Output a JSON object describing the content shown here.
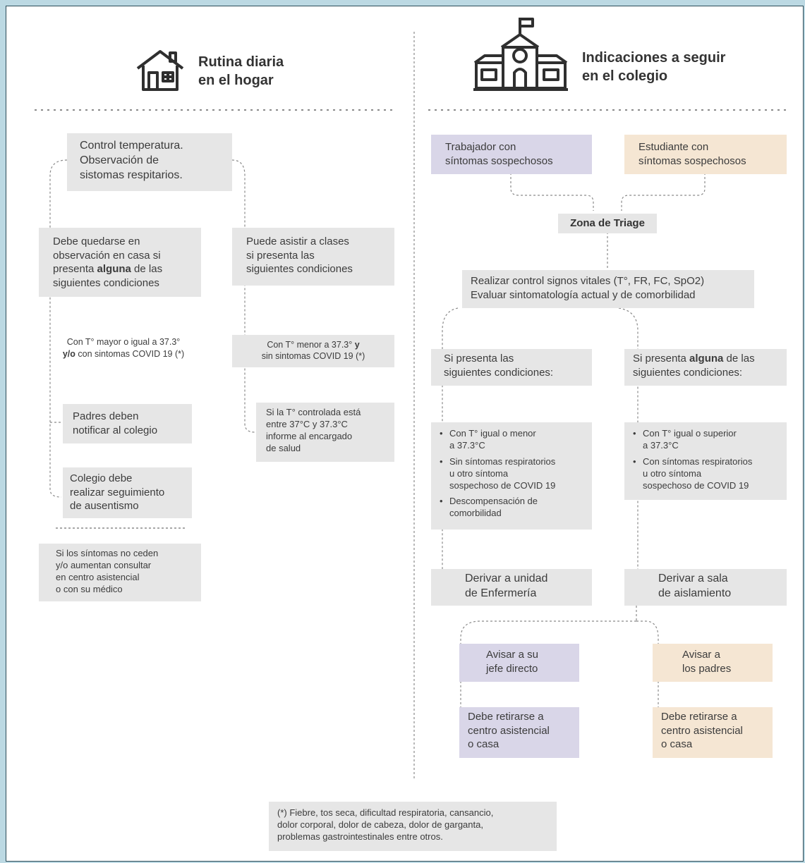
{
  "left": {
    "header": "Rutina diaria\nen el hogar",
    "control": "Control temperatura.\nObservación de\nsistomas respitarios.",
    "stay_home_pre": "Debe quedarse en\nobservación en casa si\npresenta ",
    "stay_home_bold": "alguna",
    "stay_home_post": " de las\nsiguientes condiciones",
    "can_attend": "Puede asistir a clases\nsi presenta las\nsiguientes condiciones",
    "cond_high_pre": "Con T° mayor o igual a 37.3°\n",
    "cond_high_bold": "y/o",
    "cond_high_post": " con sintomas COVID 19 (*)",
    "cond_low_pre": "Con T° menor a 37.3° ",
    "cond_low_bold": "y",
    "cond_low_post": "\nsin sintomas COVID 19 (*)",
    "parents_notify": "Padres deben\nnotificar al colegio",
    "temp_between": "Si la T° controlada está\nentre 37°C y 37.3°C\ninforme al encargado\nde salud",
    "school_follow": "Colegio debe\nrealizar seguimiento\nde ausentismo",
    "symptoms_persist": "Si los síntomas no ceden\ny/o aumentan consultar\nen centro asistencial\no con su médico"
  },
  "right": {
    "header": "Indicaciones a seguir\nen el colegio",
    "worker": "Trabajador con\nsíntomas sospechosos",
    "student": "Estudiante con\nsíntomas sospechosos",
    "triage": "Zona de Triage",
    "vitals": "Realizar control signos vitales (T°, FR, FC, SpO2)\nEvaluar sintomatología actual y de comorbilidad",
    "if_present_all": "Si presenta las\nsiguientes condiciones:",
    "if_present_any_pre": "Si presenta ",
    "if_present_any_bold": "alguna",
    "if_present_any_post": " de las\nsiguientes condiciones:",
    "left_conditions": [
      "Con T° igual o menor\na 37.3°C",
      "Sin síntomas respiratorios\nu otro síntoma\nsospechoso de COVID 19",
      "Descompensación de\ncomorbilidad"
    ],
    "right_conditions": [
      "Con T° igual o superior\na 37.3°C",
      "Con síntomas respiratorios\nu otro síntoma\nsospechoso de COVID 19"
    ],
    "derive_nursing": "Derivar a unidad\nde Enfermería",
    "derive_isolation": "Derivar a sala\nde aislamiento",
    "notify_boss": "Avisar a su\njefe directo",
    "notify_parents": "Avisar a\nlos padres",
    "leave_1": "Debe retirarse a\ncentro asistencial\no casa",
    "leave_2": "Debe retirarse a\ncentro asistencial\no casa"
  },
  "footnote": "(*) Fiebre, tos seca, dificultad respiratoria, cansancio,\ndolor corporal, dolor de cabeza, dolor de garganta,\nproblemas gastrointestinales entre otros.",
  "colors": {
    "box": "#e6e6e6",
    "worker": "#d9d6e8",
    "student": "#f5e6d3",
    "lines": "#8a8a8a"
  }
}
